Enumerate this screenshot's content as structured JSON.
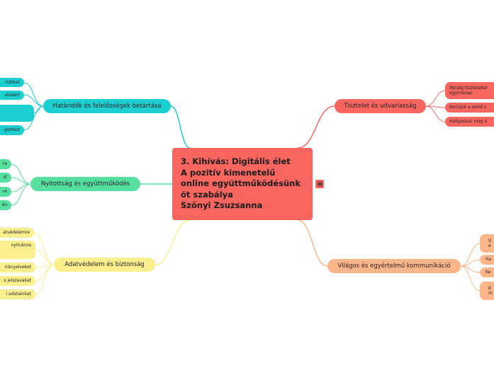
{
  "central": {
    "lines": [
      "3. Kihívás: Digitális élet",
      "A pozitív kimenetelű",
      "online együttműködésünk",
      "öt szabálya",
      "Szőnyi Zsuzsanna"
    ]
  },
  "branches": [
    {
      "label": "Határidők és felelősségek betartása",
      "color": "#1ccfd1",
      "leaves": [
        "ridőket",
        "atokért",
        "",
        "goldást"
      ]
    },
    {
      "label": "Nyitottság és együttműködés",
      "color": "#55e0a0",
      "leaves": [
        "ra",
        "st",
        "re",
        "én"
      ]
    },
    {
      "label": "Adatvédelem és biztonság",
      "color": "#fbef8e",
      "leaves": [
        "atvédelemre",
        "nyilvános",
        "irányelveket",
        "s jelszavakat",
        "i adatainkat"
      ]
    },
    {
      "label": "Tisztelet és udvariasság",
      "color": "#f8665f",
      "leaves": [
        "Mindig tisztelettel\negymással",
        "Kerüljük a sértő v",
        "Hallgassuk meg é"
      ]
    },
    {
      "label": "Világos és egyértelmű kommunikáció",
      "color": "#ffb58a",
      "leaves": [
        "Ú\ne",
        "Ha",
        "Ke",
        "K\nm"
      ]
    }
  ],
  "icons": {
    "menu": "hamburger-menu-icon"
  }
}
